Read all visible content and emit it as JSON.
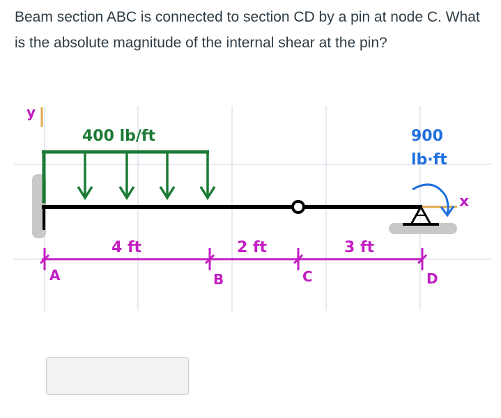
{
  "question": "Beam section ABC is connected to section CD by a pin at node C. What is the absolute magnitude of the internal shear at the pin?",
  "figure": {
    "y_axis_label": "y",
    "x_axis_label": "x",
    "distributed_load_label": "400 lb/ft",
    "moment_label_line1": "900",
    "moment_label_line2": "lb·ft",
    "dimension_labels": [
      "4 ft",
      "2 ft",
      "3 ft"
    ],
    "node_labels": [
      "A",
      "B",
      "C",
      "D"
    ],
    "colors": {
      "load": "#1b7a35",
      "dimension": "#c21ec2",
      "moment": "#1f6fe0",
      "axis": "#e0a84a",
      "beam": "#000000",
      "support": "#c8c8c8",
      "x_mark": "#c21ec2"
    }
  },
  "answer": {
    "value": ""
  }
}
